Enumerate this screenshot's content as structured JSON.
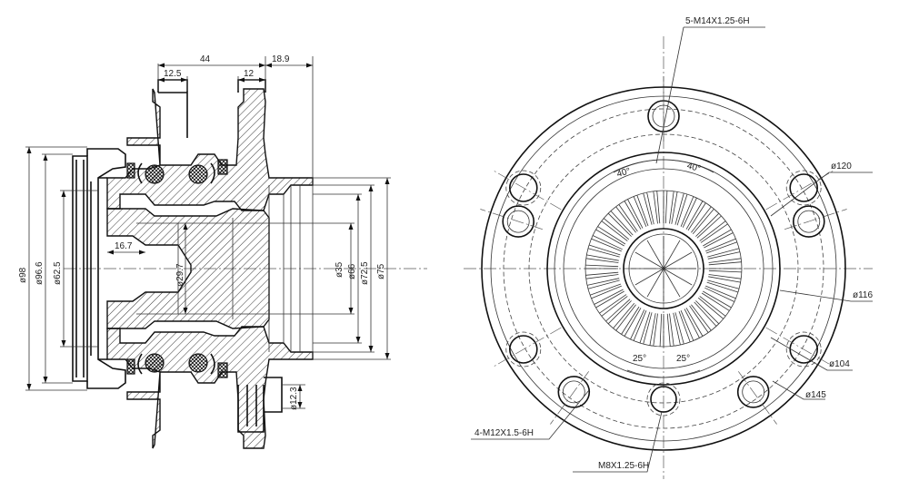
{
  "section_view": {
    "top_dims": {
      "width_44": "44",
      "width_18_9": "18.9",
      "width_12_5": "12.5",
      "width_12": "12"
    },
    "left_dims": {
      "d98": "ø98",
      "d96_6": "ø96.6",
      "d62_5": "ø62.5"
    },
    "inner_dims": {
      "len_16_7": "16.7",
      "d29_7": "ø29.7"
    },
    "right_dims": {
      "d35": "ø35",
      "d66": "ø66",
      "d72_5": "ø72.5",
      "d75": "ø75"
    },
    "bottom_dims": {
      "d12_3": "ø12.3"
    }
  },
  "front_view": {
    "callouts": {
      "top_thread": "5-M14X1.25-6H",
      "d120": "ø120",
      "d116": "ø116",
      "d104": "ø104",
      "d145": "ø145",
      "left_thread": "4-M12X1.5-6H",
      "bottom_thread": "M8X1.25-6H"
    },
    "angles": {
      "a_top_left": "40°",
      "a_top_right": "40°",
      "a_bottom_left": "25°",
      "a_bottom_right": "25°"
    },
    "spline_tooth_count": 48,
    "stud_hole_count": 5,
    "bolt_hole_count": 4
  }
}
